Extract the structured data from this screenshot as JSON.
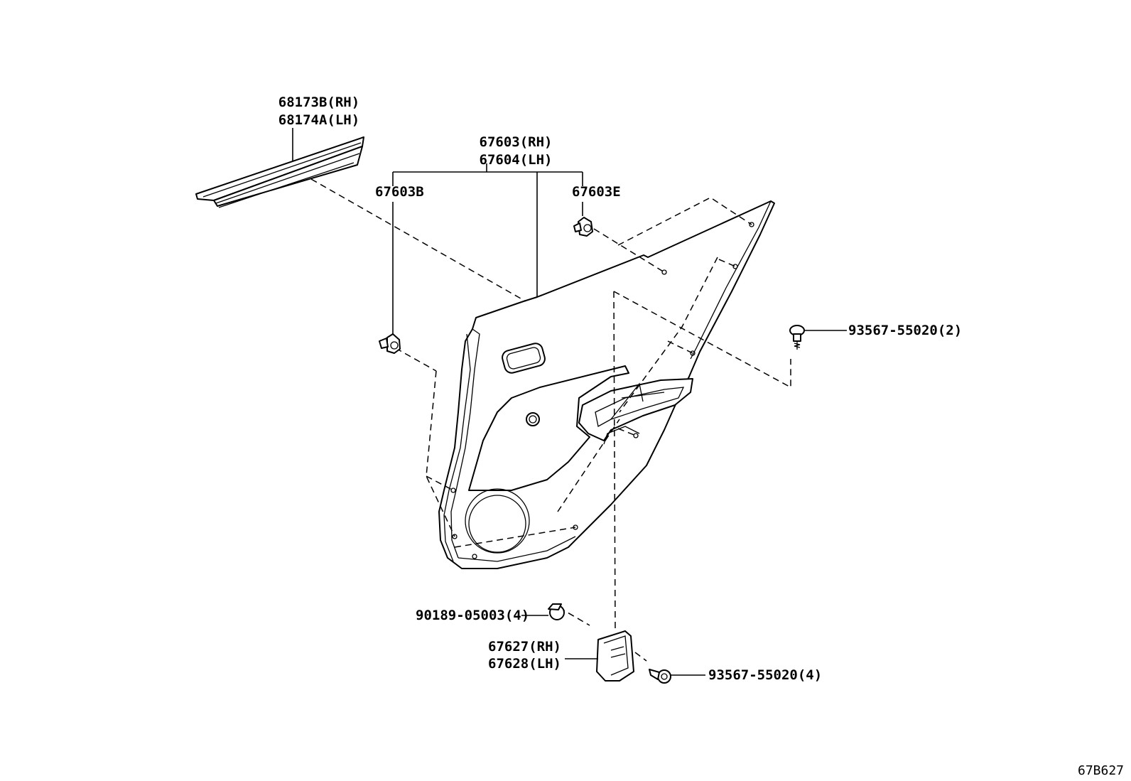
{
  "labels": {
    "molding_rh": "68173B(RH)",
    "molding_lh": "68174A(LH)",
    "trim_rh": "67603(RH)",
    "trim_lh": "67604(LH)",
    "clip_b": "67603B",
    "clip_e": "67603E",
    "screw_upper": "93567-55020(2)",
    "clip_lower": "90189-05003(4)",
    "bracket_rh": "67627(RH)",
    "bracket_lh": "67628(LH)",
    "screw_lower": "93567-55020(4)"
  },
  "reference_code": "67B627",
  "icons": {
    "clip": "push-clip-icon",
    "screw": "screw-icon",
    "grommet": "grommet-icon"
  }
}
